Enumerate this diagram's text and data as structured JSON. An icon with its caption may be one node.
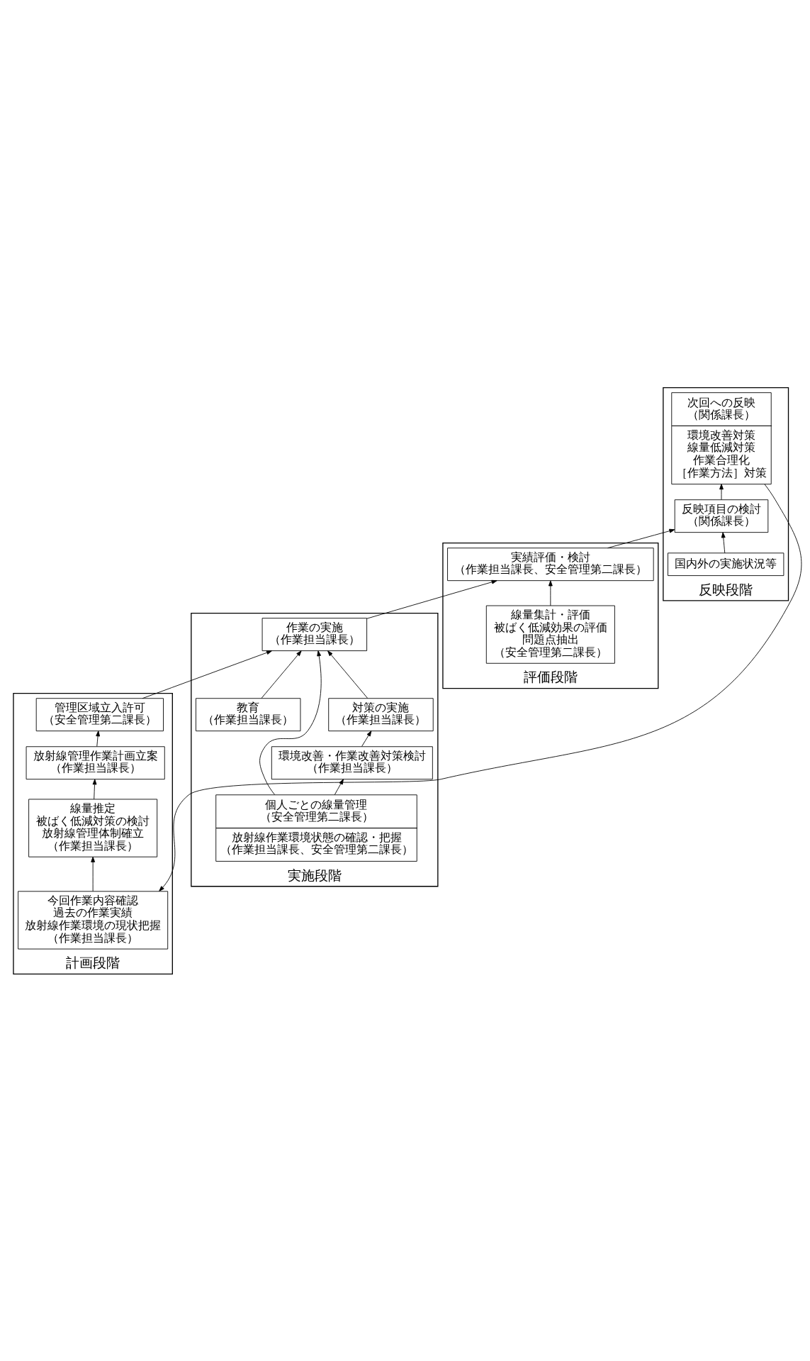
{
  "diagram": {
    "nodes": [
      {
        "text": [
          "計画段階"
        ]
      },
      {
        "text": [
          "放射線管理作業計画立案",
          "（作業担当課長）"
        ],
        "in": 0
      },
      {
        "text": [
          "線量推定",
          "被ばく低減対策の検討",
          "放射線管理体制確立",
          "（作業担当課長）"
        ],
        "in": 0
      },
      {
        "text": [
          "今回作業内容確認",
          "過去の作業実績",
          "放射線作業環境の現状把握",
          "（作業担当課長）"
        ],
        "in": 0
      },
      {
        "text": [
          "管理区域立入許可",
          "（安全管理第二課長）"
        ],
        "in": 0
      },
      {
        "text": [
          "実施段階"
        ]
      },
      {
        "text": [
          "作業の実施",
          "（作業担当課長）"
        ],
        "in": 5
      },
      {
        "text": [
          "個人ごとの線量管理",
          "（安全管理第二課長）",
          "放射線作業環境状態の確認・把握",
          "（作業担当課長、安全管理第二課長）"
        ],
        "in": 5
      },
      {
        "text": [
          "環境改善・作業改善対策検討",
          "（作業担当課長）"
        ],
        "in": 5
      },
      {
        "text": [
          "対策の実施",
          "（作業担当課長）"
        ],
        "in": 5
      },
      {
        "text": [
          "教育",
          "（作業担当課長）"
        ],
        "in": 5
      },
      {
        "text": [
          "評価段階"
        ]
      },
      {
        "text": [
          "実績評価・検討",
          "（作業担当課長、安全管理第二課長）"
        ],
        "in": 11
      },
      {
        "text": [
          "線量集計・評価",
          "被ばく低減効果の評価",
          "問題点抽出",
          "（安全管理第二課長）"
        ],
        "in": 11
      },
      {
        "text": [
          "反映段階"
        ]
      },
      {
        "text": [
          "国内外の実施状況等"
        ],
        "in": 14
      },
      {
        "text": [
          "反映項目の検討",
          "（関係課長）"
        ],
        "in": 14
      },
      {
        "text": [
          "次回への反映",
          "（関係課長）",
          "環境改善対策",
          "線量低減対策",
          "作業合理化",
          "［作業方法］対策"
        ],
        "in": 14
      }
    ],
    "edges": [
      {
        "from": 3,
        "to": 2,
        "arrow": "to"
      },
      {
        "from": 2,
        "to": 1,
        "arrow": "to"
      },
      {
        "from": 1,
        "to": 4,
        "arrow": "to"
      },
      {
        "from": 4,
        "to": 6,
        "arrow": "to"
      },
      {
        "from": 7,
        "to": 6,
        "arrow": "to"
      },
      {
        "from": 7,
        "to": 8,
        "arrow": "to"
      },
      {
        "from": 8,
        "to": 9,
        "arrow": "to"
      },
      {
        "from": 9,
        "to": 6,
        "arrow": "to"
      },
      {
        "from": 10,
        "to": 6,
        "arrow": "to"
      },
      {
        "from": 6,
        "to": 12,
        "arrow": "to"
      },
      {
        "from": 13,
        "to": 12,
        "arrow": "to"
      },
      {
        "from": 12,
        "to": 16,
        "arrow": "to"
      },
      {
        "from": 15,
        "to": 16,
        "arrow": "to"
      },
      {
        "from": 16,
        "to": 17,
        "arrow": "to"
      },
      {
        "from": 17,
        "to": 3,
        "arrow": "to"
      }
    ]
  }
}
